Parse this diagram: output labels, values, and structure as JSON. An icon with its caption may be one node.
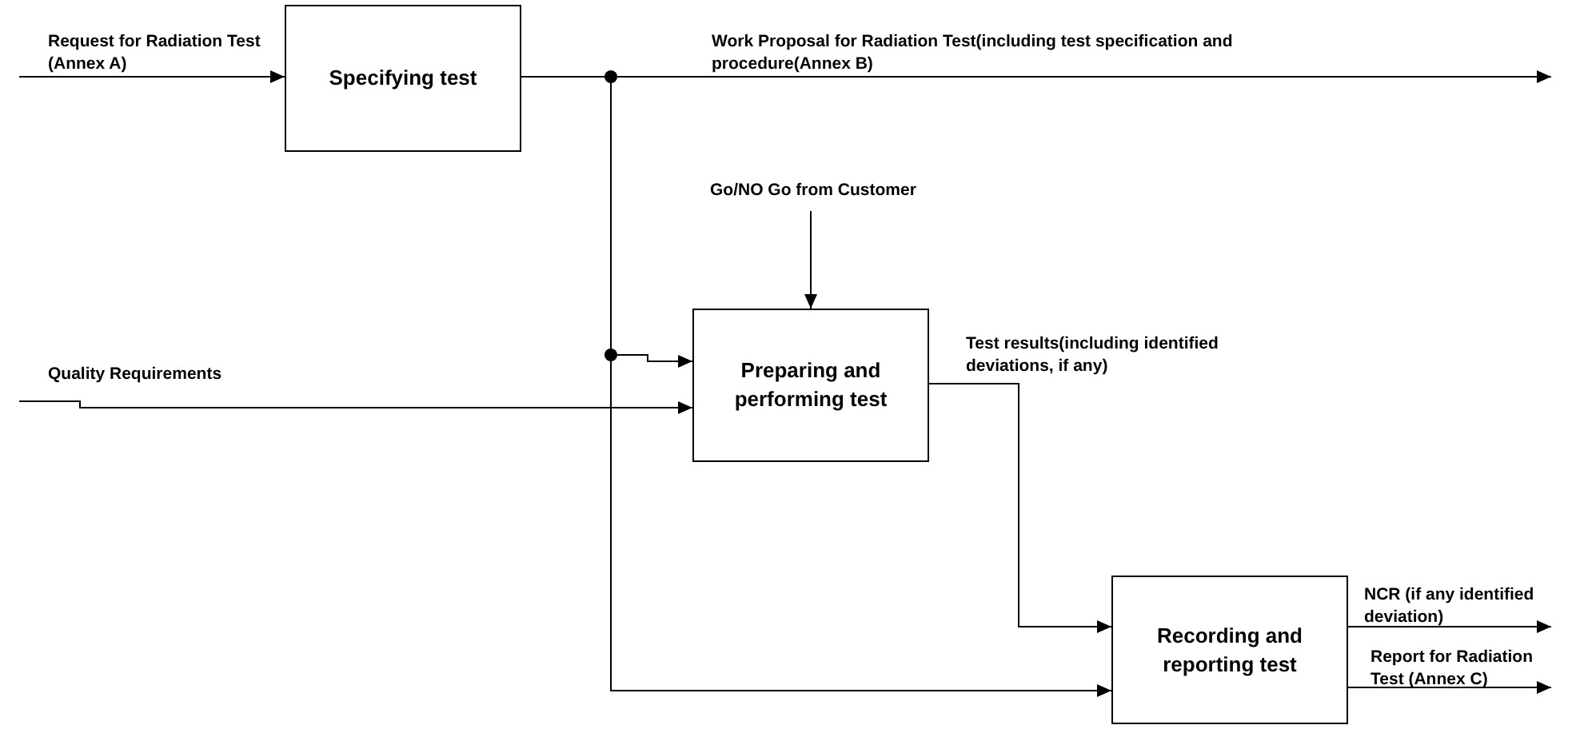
{
  "diagram": {
    "nodes": [
      {
        "text": [
          "Specifying test"
        ]
      },
      {
        "text": [
          "Preparing and performing test"
        ]
      },
      {
        "text": [
          "Recording and reporting test"
        ]
      }
    ],
    "edges": [
      {
        "from": null,
        "to": 0,
        "arrow": "to",
        "label": "Request for Radiation Test (Annex A)"
      },
      {
        "from": 0,
        "to": null,
        "arrow": "to",
        "label": "Work Proposal for Radiation Test(including test specification and procedure(Annex B)"
      },
      {
        "from": 0,
        "to": 1,
        "arrow": "to"
      },
      {
        "from": 0,
        "to": 2,
        "arrow": "to"
      },
      {
        "from": null,
        "to": 1,
        "arrow": "to",
        "label": "Go/NO Go from Customer"
      },
      {
        "from": null,
        "to": 1,
        "arrow": "to",
        "label": "Quality Requirements"
      },
      {
        "from": 1,
        "to": 2,
        "arrow": "to",
        "label": "Test results(including identified deviations, if any)"
      },
      {
        "from": 2,
        "to": null,
        "arrow": "to",
        "label": "NCR (if any identified deviation)"
      },
      {
        "from": 2,
        "to": null,
        "arrow": "to",
        "label": "Report for Radiation Test (Annex C)"
      }
    ]
  }
}
